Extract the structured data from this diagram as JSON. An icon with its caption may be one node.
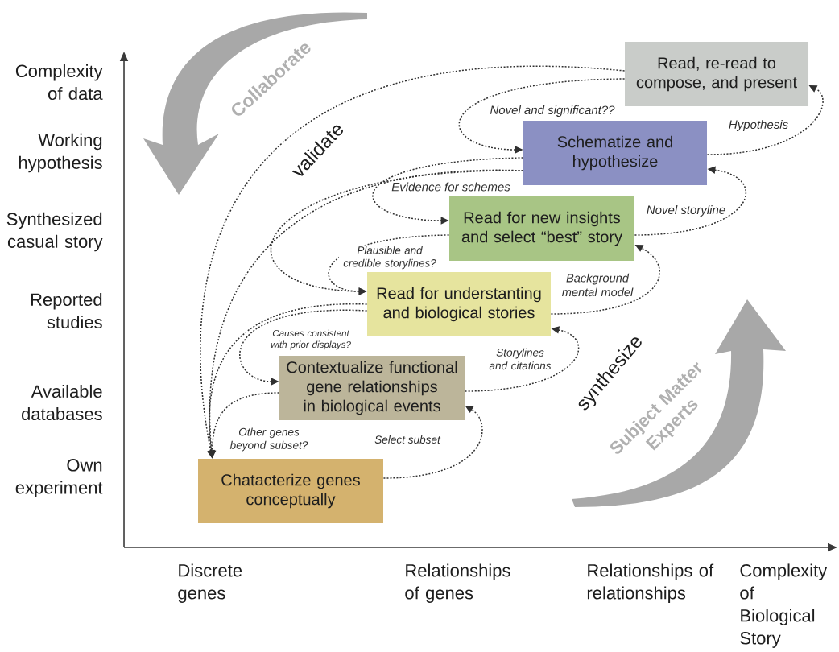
{
  "diagram": {
    "nodes": [
      {
        "text": [
          "Read, re-read to compose, and present"
        ]
      },
      {
        "text": [
          "Schematize and hypothesize"
        ]
      },
      {
        "text": [
          "Read for new insights and select “best” story"
        ]
      },
      {
        "text": [
          "Read for understanting and biological stories"
        ]
      },
      {
        "text": [
          "Contextualize functional gene relationships in biological events"
        ]
      },
      {
        "text": [
          "Chatacterize genes conceptually"
        ]
      }
    ],
    "edges": [
      {
        "from": 5,
        "to": 4,
        "arrow": "to",
        "label": "Select subset"
      },
      {
        "from": 4,
        "to": 3,
        "arrow": "to",
        "label": "Storylines and citations"
      },
      {
        "from": 3,
        "to": 2,
        "arrow": "to",
        "label": "Background mental model"
      },
      {
        "from": 2,
        "to": 1,
        "arrow": "to",
        "label": "Novel storyline"
      },
      {
        "from": 1,
        "to": 0,
        "arrow": "to",
        "label": "Hypothesis"
      },
      {
        "from": 0,
        "to": 1,
        "arrow": "to",
        "label": "Novel and significant??"
      },
      {
        "from": 1,
        "to": 2,
        "arrow": "to",
        "label": "Evidence for schemes"
      },
      {
        "from": 2,
        "to": 3,
        "arrow": "to",
        "label": "Plausible and credible storylines?"
      },
      {
        "from": 3,
        "to": 4,
        "arrow": "to",
        "label": "Causes consistent with prior displays?"
      },
      {
        "from": 4,
        "to": 5,
        "arrow": "to",
        "label": "Other genes beyond subset?"
      },
      {
        "from": 0,
        "to": 5,
        "arrow": "to"
      },
      {
        "from": 1,
        "to": 5,
        "arrow": "to"
      },
      {
        "from": 1,
        "to": 3,
        "arrow": "to"
      },
      {
        "from": 3,
        "to": 5,
        "arrow": "to"
      }
    ],
    "labels": [
      "Complexity of data",
      "Working hypothesis",
      "Synthesized casual story",
      "Reported studies",
      "Available databases",
      "Own experiment",
      "Collaborate",
      "validate",
      "synthesize",
      "Subject Matter Experts",
      "Discrete genes",
      "Relationships of genes",
      "Relationships of relationships",
      "Complexity of Biological Story"
    ]
  }
}
